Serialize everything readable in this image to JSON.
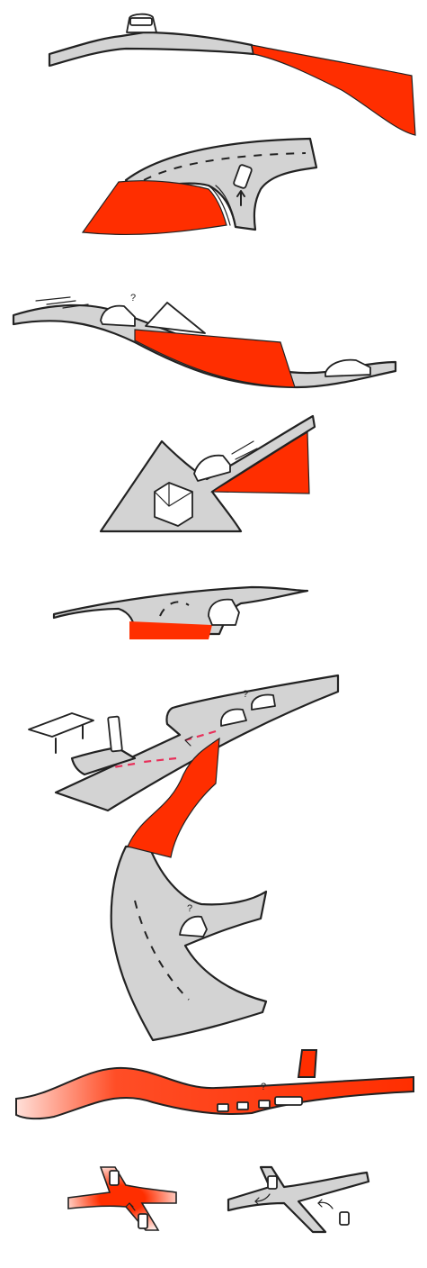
{
  "figure": {
    "panels": [
      {
        "id": "crest-dropoff"
      },
      {
        "id": "curve-intersection"
      },
      {
        "id": "hill-crest-blind"
      },
      {
        "id": "triangle-junction-truck"
      },
      {
        "id": "side-road-turn"
      },
      {
        "id": "parking-lot-detour"
      },
      {
        "id": "curved-road-pullout"
      },
      {
        "id": "long-road-gradient"
      },
      {
        "id": "crossroads-pair"
      }
    ],
    "annotations": {
      "question_mark": "?"
    },
    "colors": {
      "accent_red": "#ff2e00",
      "road_gray": "#d3d3d3",
      "ink": "#222222",
      "arrow_pink": "#e8305a"
    }
  }
}
